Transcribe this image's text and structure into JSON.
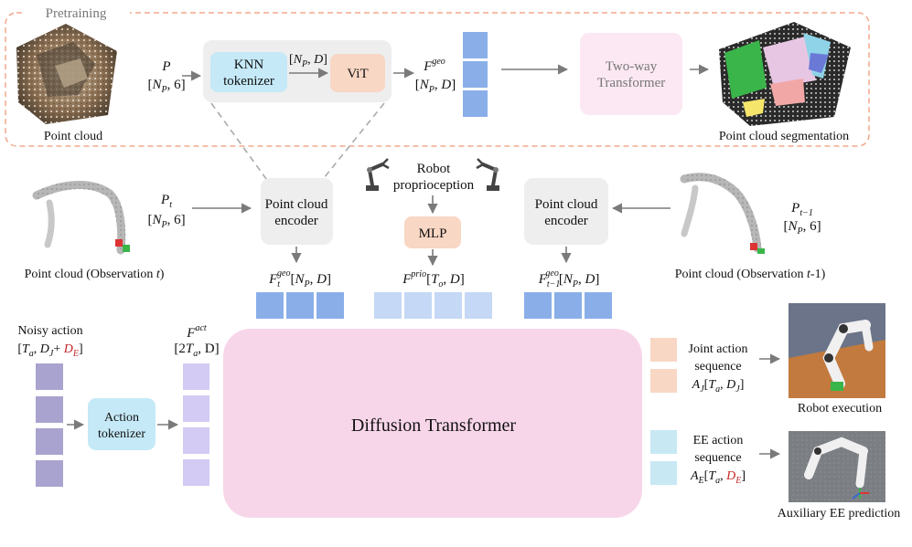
{
  "pretraining": {
    "label": "Pretraining",
    "input_symbol": "P",
    "input_shape": "[N_P, 6]",
    "point_cloud_caption": "Point cloud",
    "knn_line1": "KNN",
    "knn_line2": "tokenizer",
    "knn_vit_shape": "[N_P, D]",
    "vit_label": "ViT",
    "fgeo_symbol": "F^geo",
    "fgeo_shape": "[N_P, D]",
    "two_way_line1": "Two-way",
    "two_way_line2": "Transformer",
    "segmentation_caption": "Point cloud segmentation"
  },
  "observation_t": {
    "symbol": "P_t",
    "shape": "[N_P, 6]",
    "caption_prefix": "Point cloud (Observation ",
    "caption_var": "t",
    "caption_suffix": ")",
    "encoder_line1": "Point cloud",
    "encoder_line2": "encoder",
    "feature": "F_t^geo[N_P, D]"
  },
  "observation_t1": {
    "symbol": "P_t−1",
    "shape": "[N_P, 6]",
    "caption_prefix": "Point cloud (Observation ",
    "caption_var": "t",
    "caption_suffix": "-1)",
    "encoder_line1": "Point cloud",
    "encoder_line2": "encoder",
    "feature": "F_t−1^geo[N_P, D]"
  },
  "proprio": {
    "line1": "Robot",
    "line2": "proprioception",
    "mlp_label": "MLP",
    "feature": "F^prio[T_o, D]"
  },
  "action": {
    "noisy_line1": "Noisy action",
    "noisy_shape_prefix": "[T_a, D_J+ ",
    "noisy_shape_red": "D_E",
    "noisy_shape_suffix": "]",
    "tokenizer_line1": "Action",
    "tokenizer_line2": "tokenizer",
    "fact_symbol": "F^act",
    "fact_shape": "[2T_a, D]"
  },
  "diffusion_label": "Diffusion Transformer",
  "outputs": {
    "joint_line1": "Joint action",
    "joint_line2": "sequence",
    "joint_shape": "A_J[T_a, D_J]",
    "robot_caption": "Robot execution",
    "ee_line1": "EE action",
    "ee_line2": "sequence",
    "ee_shape_prefix": "A_E[T_a, ",
    "ee_shape_red": "D_E",
    "ee_shape_suffix": "]",
    "ee_caption": "Auxiliary EE prediction"
  },
  "colors": {
    "pretrain_border": "#f2a98b",
    "knn_fill": "#c5e9f7",
    "vit_fill": "#f8d7c4",
    "two_way_fill": "#fbe8f2",
    "gray_box": "#eeeeee",
    "token_dark": "#8aaee8",
    "token_light": "#c5d8f5",
    "action_token": "#a9a3cf",
    "fact_token": "#d3cbf3",
    "diffusion_fill": "#f8d6ea",
    "joint_token": "#f8d7c4",
    "ee_token": "#c8e8f4",
    "red_text": "#c62828"
  }
}
